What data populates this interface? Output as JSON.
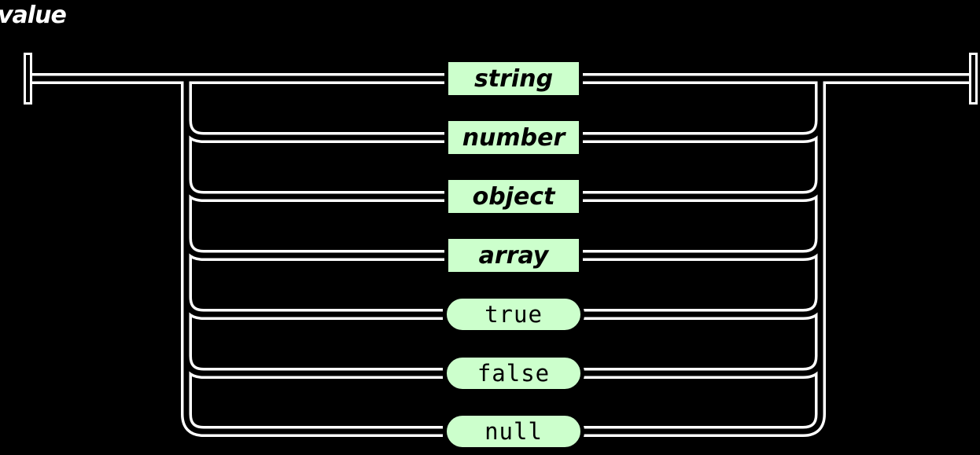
{
  "diagram": {
    "type": "railroad-syntax-diagram",
    "title": "value",
    "background_color": "#000000",
    "rail_color": "#ffffff",
    "node_fill": "#ccffcc",
    "node_border": "#000000",
    "entry_marker": "entry-bracket",
    "exit_marker": "exit-bracket",
    "alternatives": [
      {
        "label": "string",
        "kind": "nonterminal",
        "shape": "rect"
      },
      {
        "label": "number",
        "kind": "nonterminal",
        "shape": "rect"
      },
      {
        "label": "object",
        "kind": "nonterminal",
        "shape": "rect"
      },
      {
        "label": "array",
        "kind": "nonterminal",
        "shape": "rect"
      },
      {
        "label": "true",
        "kind": "terminal",
        "shape": "pill"
      },
      {
        "label": "false",
        "kind": "terminal",
        "shape": "pill"
      },
      {
        "label": "null",
        "kind": "terminal",
        "shape": "pill"
      }
    ]
  }
}
